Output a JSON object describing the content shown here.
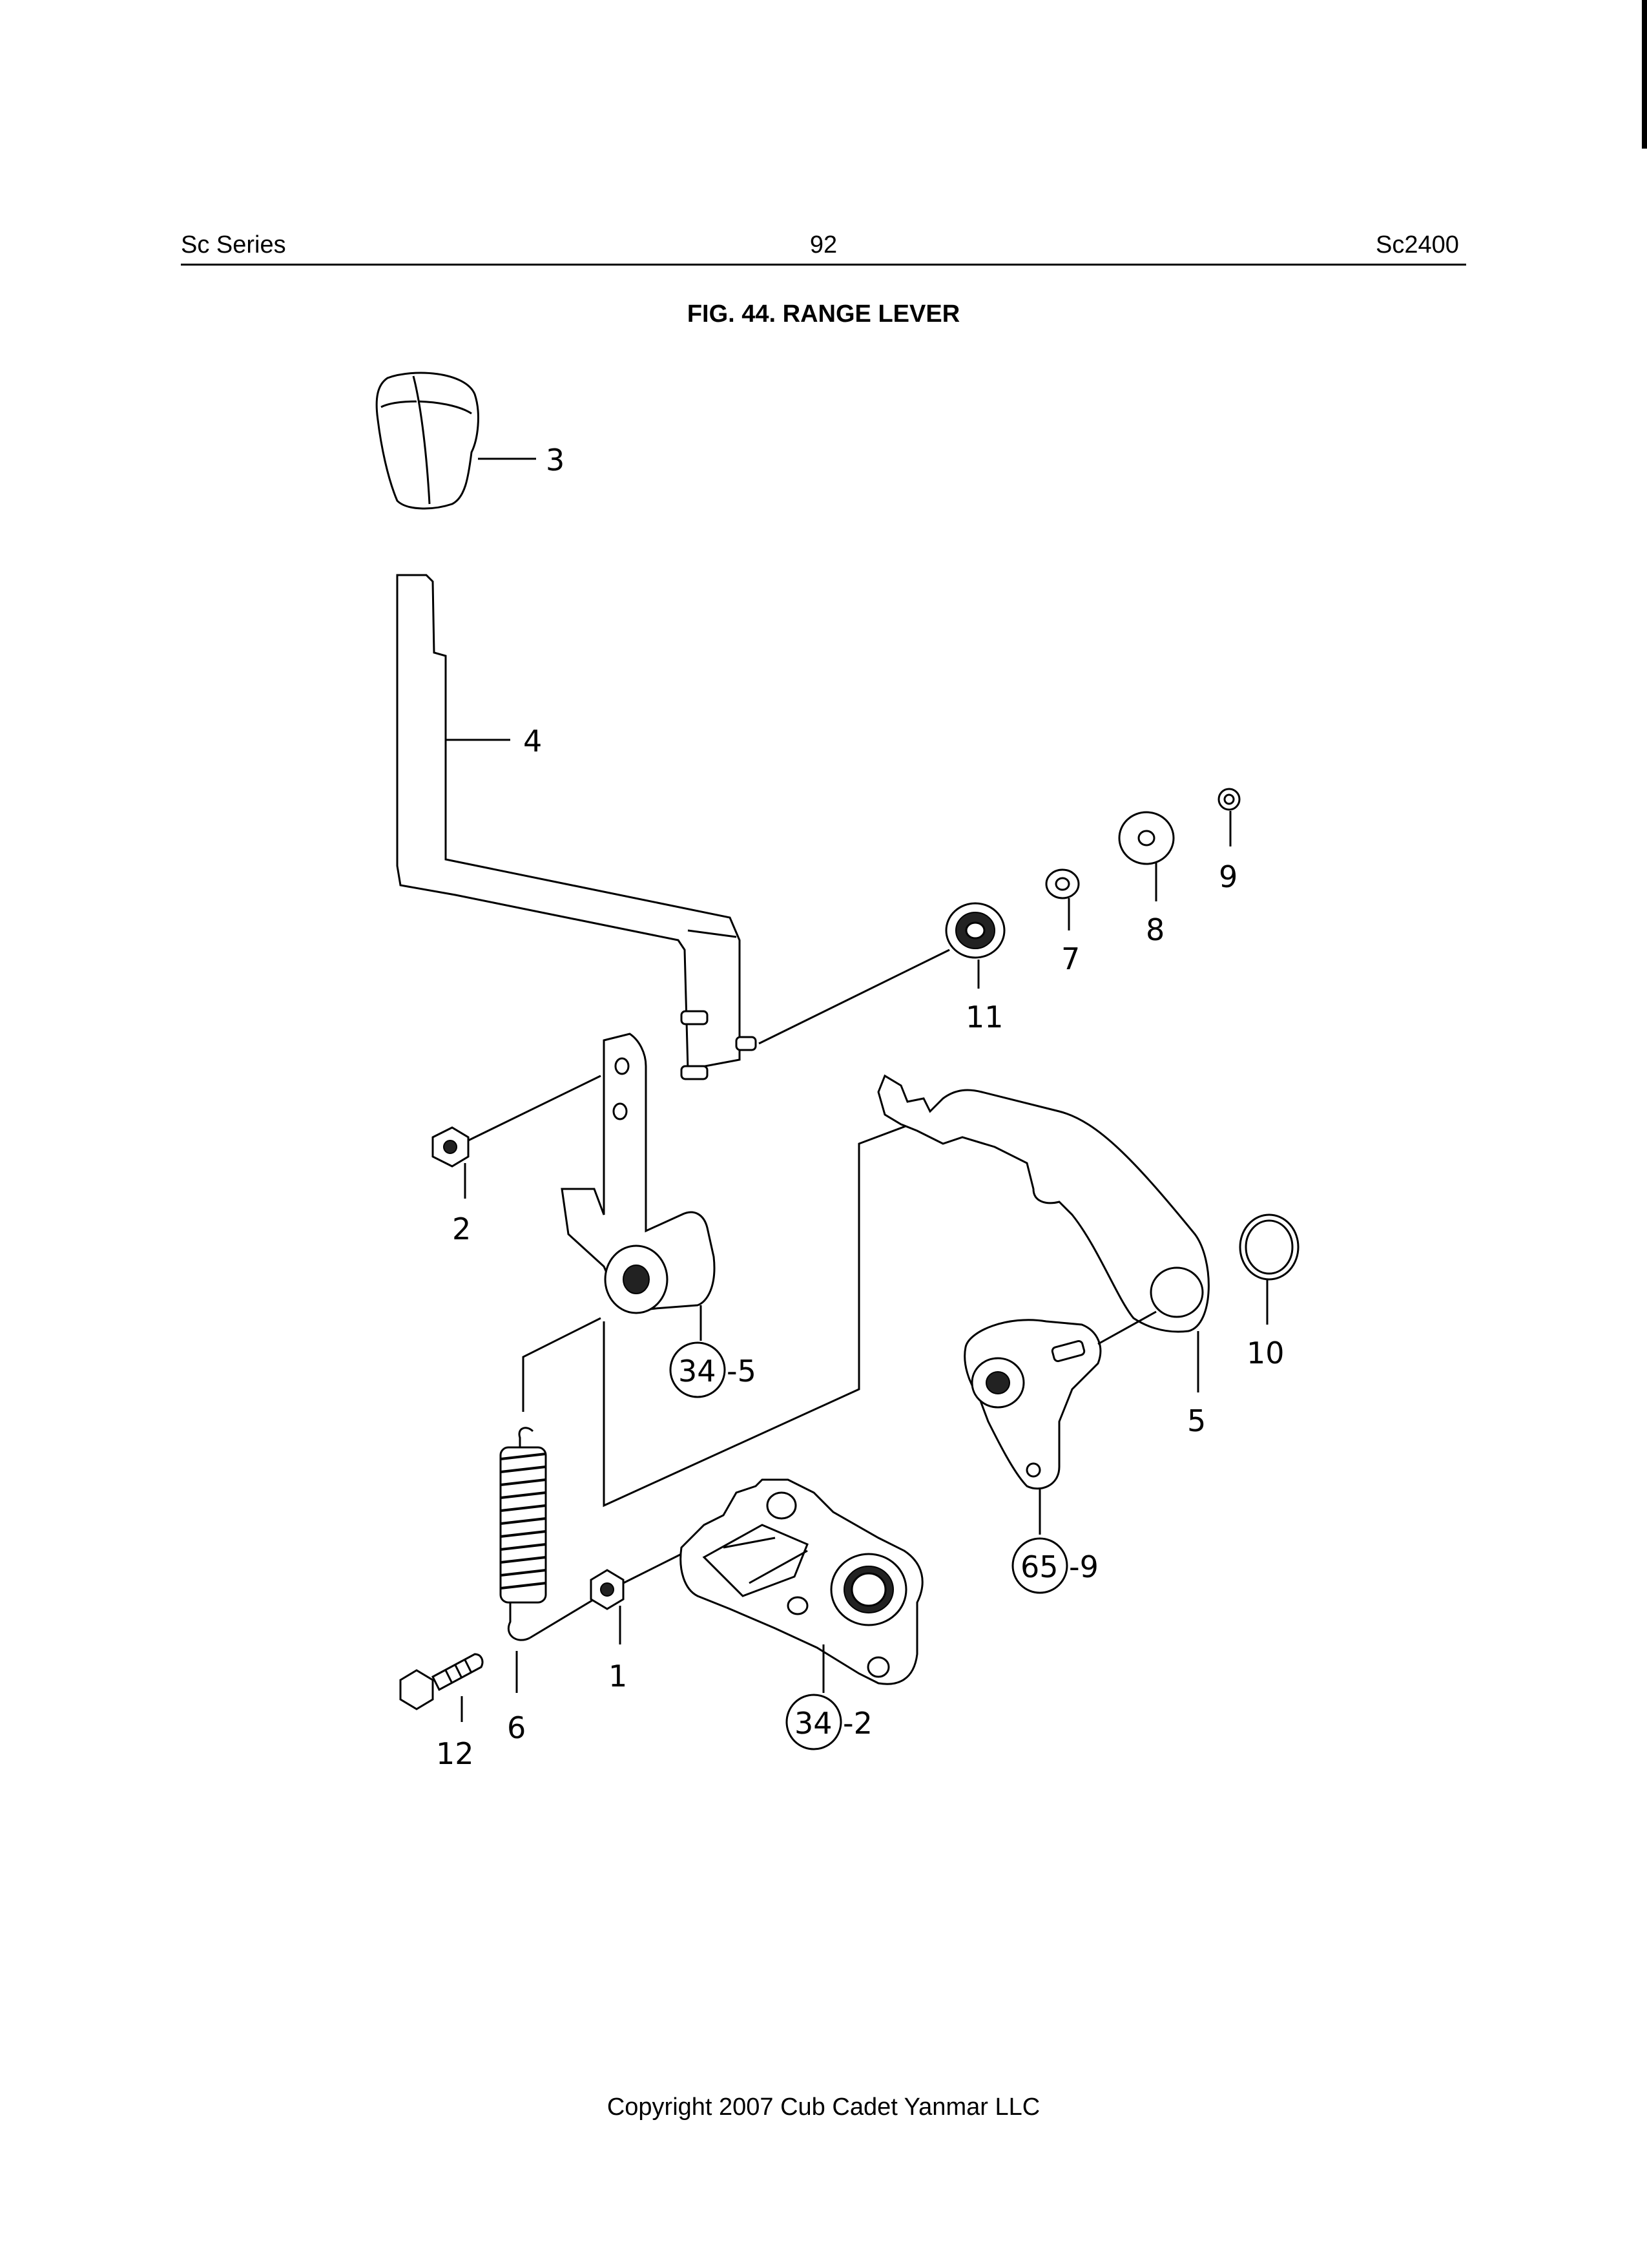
{
  "header": {
    "left": "Sc Series",
    "center": "92",
    "right": "Sc2400"
  },
  "figure_title": "FIG. 44. RANGE LEVER",
  "footer": "Copyright 2007 Cub Cadet Yanmar LLC",
  "callouts": {
    "knob": "3",
    "lever": "4",
    "pin_washer_small": "9",
    "washer_large": "8",
    "washer_small": "7",
    "bearing": "11",
    "nut_upper": "2",
    "bracket_ref_circle": "34",
    "bracket_ref_suffix": "-5",
    "snap_ring": "10",
    "arm": "5",
    "shift_arm_ref_circle": "65",
    "shift_arm_ref_suffix": "-9",
    "spring": "6",
    "nut_lower": "1",
    "bolt": "12",
    "cover_ref_circle": "34",
    "cover_ref_suffix": "-2"
  }
}
